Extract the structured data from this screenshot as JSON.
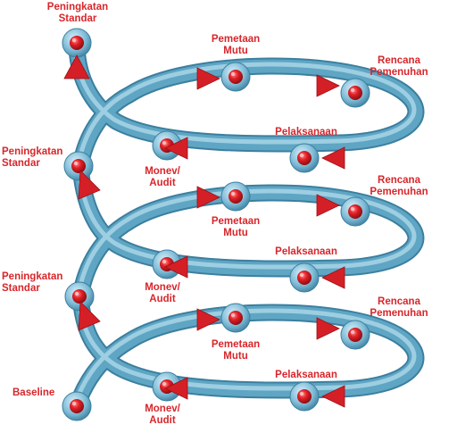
{
  "colors": {
    "tube": "#5fa5c4",
    "tube_dark": "#3b7f9f",
    "tube_light": "#bfe3f1",
    "node": "#e21f26",
    "arrow": "#d51f26",
    "label": "#d8262b"
  },
  "labels": {
    "top_standar": "Peningkatan\nStandar",
    "l1_pemetaan": "Pemetaan\nMutu",
    "l1_rencana": "Rencana\nPemenuhan",
    "l1_pelaksanaan": "Pelaksanaan",
    "l1_monev": "Monev/\nAudit",
    "l1_standar": "Peningkatan\nStandar",
    "l2_pemetaan": "Pemetaan\nMutu",
    "l2_rencana": "Rencana\nPemenuhan",
    "l2_pelaksanaan": "Pelaksanaan",
    "l2_monev": "Monev/\nAudit",
    "l2_standar": "Peningkatan\nStandar",
    "l3_pemetaan": "Pemetaan\nMutu",
    "l3_rencana": "Rencana\nPemenuhan",
    "l3_pelaksanaan": "Pelaksanaan",
    "l3_monev": "Monev/\nAudit",
    "baseline": "Baseline"
  },
  "icons": {
    "node": "red-ball-node-icon",
    "arrow": "red-triangle-arrow-icon"
  }
}
